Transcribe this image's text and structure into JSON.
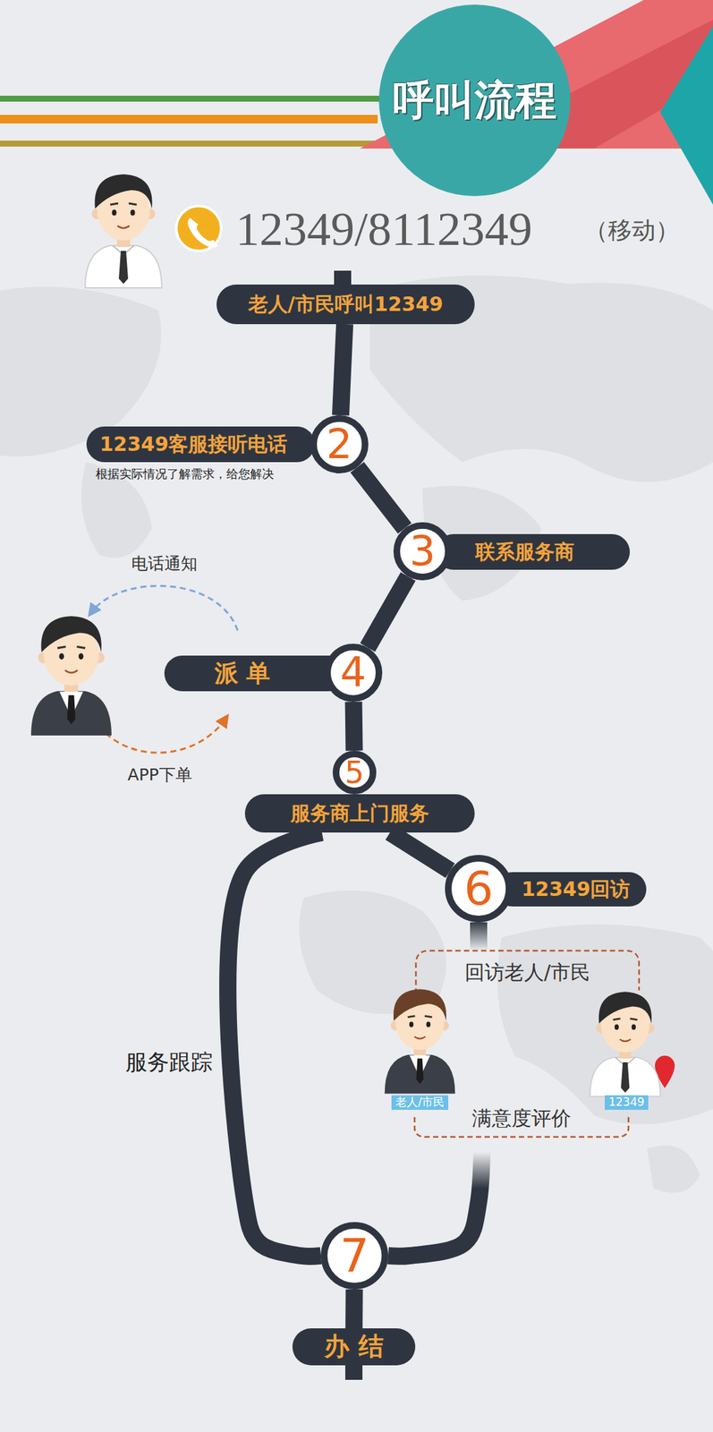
{
  "diagram": {
    "title": "呼叫流程",
    "nodes": [
      {
        "text": [
          "老人/市民呼叫12349"
        ]
      },
      {
        "text": [
          "2"
        ]
      },
      {
        "text": [
          "12349客服接听电话"
        ]
      },
      {
        "text": [
          "3"
        ]
      },
      {
        "text": [
          "联系服务商"
        ]
      },
      {
        "text": [
          "4"
        ]
      },
      {
        "text": [
          "派 单"
        ]
      },
      {
        "text": [
          "5"
        ]
      },
      {
        "text": [
          "服务商上门服务"
        ]
      },
      {
        "text": [
          "6"
        ]
      },
      {
        "text": [
          "12349回访"
        ]
      },
      {
        "text": [
          "7"
        ]
      },
      {
        "text": [
          "办 结"
        ]
      }
    ],
    "edges": [
      {
        "from": 0,
        "to": 1,
        "arrow": "none"
      },
      {
        "from": 1,
        "to": 3,
        "arrow": "none"
      },
      {
        "from": 3,
        "to": 5,
        "arrow": "none"
      },
      {
        "from": 5,
        "to": 7,
        "arrow": "none"
      },
      {
        "from": 8,
        "to": 9,
        "arrow": "none"
      },
      {
        "from": 8,
        "to": 11,
        "label": "服务跟踪",
        "arrow": "none"
      },
      {
        "from": 9,
        "to": 11,
        "arrow": "none"
      },
      {
        "from": 11,
        "to": 12,
        "arrow": "none"
      }
    ],
    "labels": [
      "12349/8112349",
      "（移动）",
      "根据实际情况了解需求，给您解决",
      "电话通知",
      "APP下单",
      "回访老人/市民",
      "老人/市民",
      "12349",
      "满意度评价"
    ]
  }
}
